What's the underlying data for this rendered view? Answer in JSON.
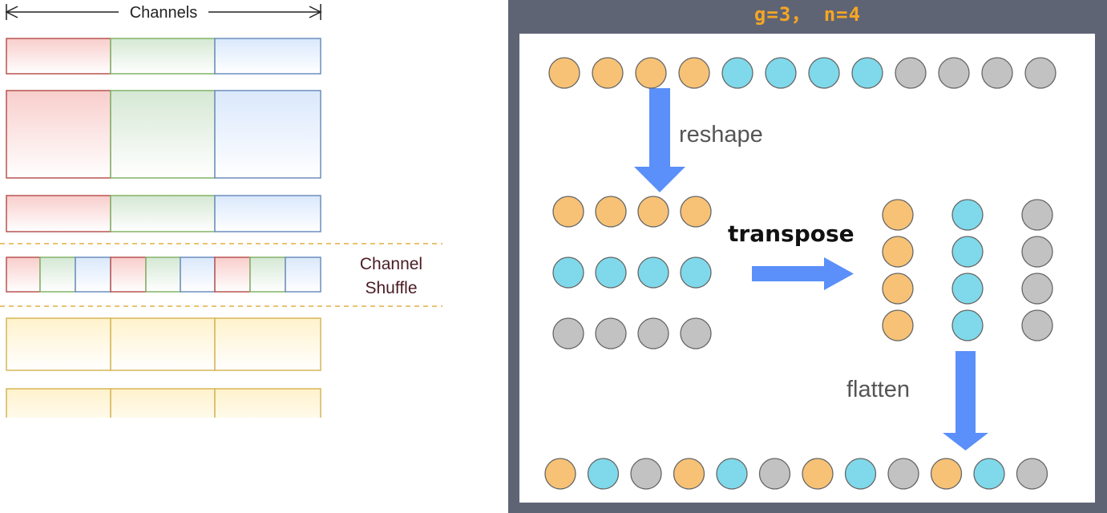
{
  "left": {
    "channels_label": "Channels",
    "shuffle_label_line1": "Channel",
    "shuffle_label_line2": "Shuffle",
    "colors": {
      "red_stroke": "#b85450",
      "red_fill": "#f8cecc",
      "green_stroke": "#82b366",
      "green_fill": "#d5e8d4",
      "blue_stroke": "#6c8ebf",
      "blue_fill": "#dae8fc",
      "yellow_stroke": "#d6b656",
      "yellow_fill": "#fff2cc",
      "dash": "#e0b040",
      "text": "#4a1c24"
    }
  },
  "right": {
    "title": "g=3， n=4",
    "reshape_label": "reshape",
    "transpose_label": "transpose",
    "flatten_label": "flatten",
    "colors": {
      "orange": "#f7c276",
      "cyan": "#7fd9ea",
      "gray": "#c2c2c2",
      "arrow": "#5b8ff9",
      "panel_bg": "#5f6475",
      "title": "#f5a623"
    },
    "groups": 3,
    "per_group": 4,
    "input_sequence": [
      "orange",
      "orange",
      "orange",
      "orange",
      "cyan",
      "cyan",
      "cyan",
      "cyan",
      "gray",
      "gray",
      "gray",
      "gray"
    ],
    "output_sequence": [
      "orange",
      "cyan",
      "gray",
      "orange",
      "cyan",
      "gray",
      "orange",
      "cyan",
      "gray",
      "orange",
      "cyan",
      "gray"
    ]
  }
}
